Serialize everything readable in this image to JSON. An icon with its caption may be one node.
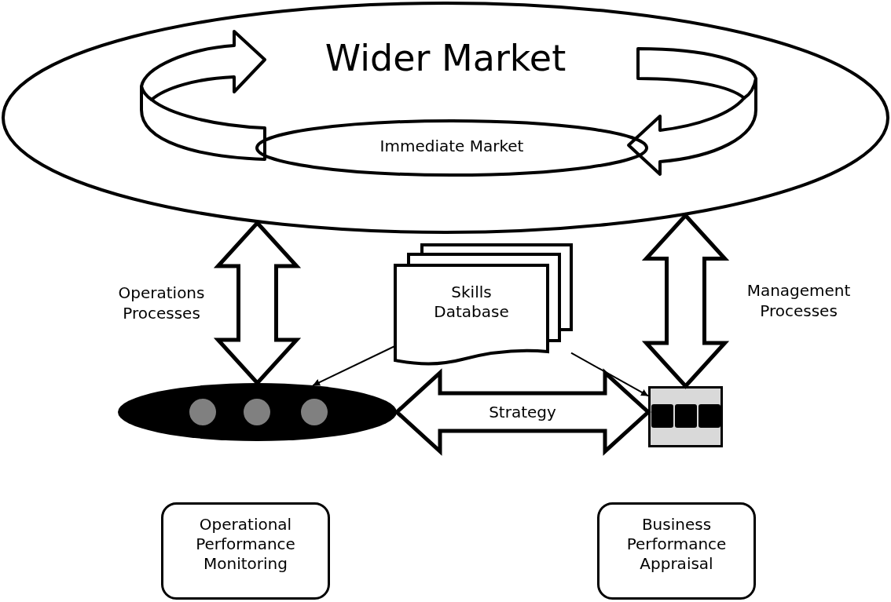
{
  "diagram": {
    "nodes": [
      {
        "text": [
          "Wider Market"
        ]
      },
      {
        "text": [
          "Immediate Market"
        ],
        "in": 0
      },
      {
        "text": [
          "Skills Database"
        ]
      },
      {
        "text": [],
        "shape": "ellipse"
      },
      {
        "text": [],
        "shape": "box"
      },
      {
        "text": [
          "Operational Performance Monitoring"
        ]
      },
      {
        "text": [
          "Business Performance Appraisal"
        ]
      }
    ],
    "edges": [
      {
        "from": 0,
        "to": 3,
        "arrow": "both",
        "label": "Operations Processes",
        "style": "thick"
      },
      {
        "from": 0,
        "to": 4,
        "arrow": "both",
        "label": "Management Processes",
        "style": "thick"
      },
      {
        "from": 2,
        "to": 3,
        "arrow": "to"
      },
      {
        "from": 2,
        "to": 4,
        "arrow": "to"
      },
      {
        "from": 3,
        "to": 4,
        "arrow": "both",
        "label": "Strategy",
        "style": "thick"
      }
    ]
  }
}
